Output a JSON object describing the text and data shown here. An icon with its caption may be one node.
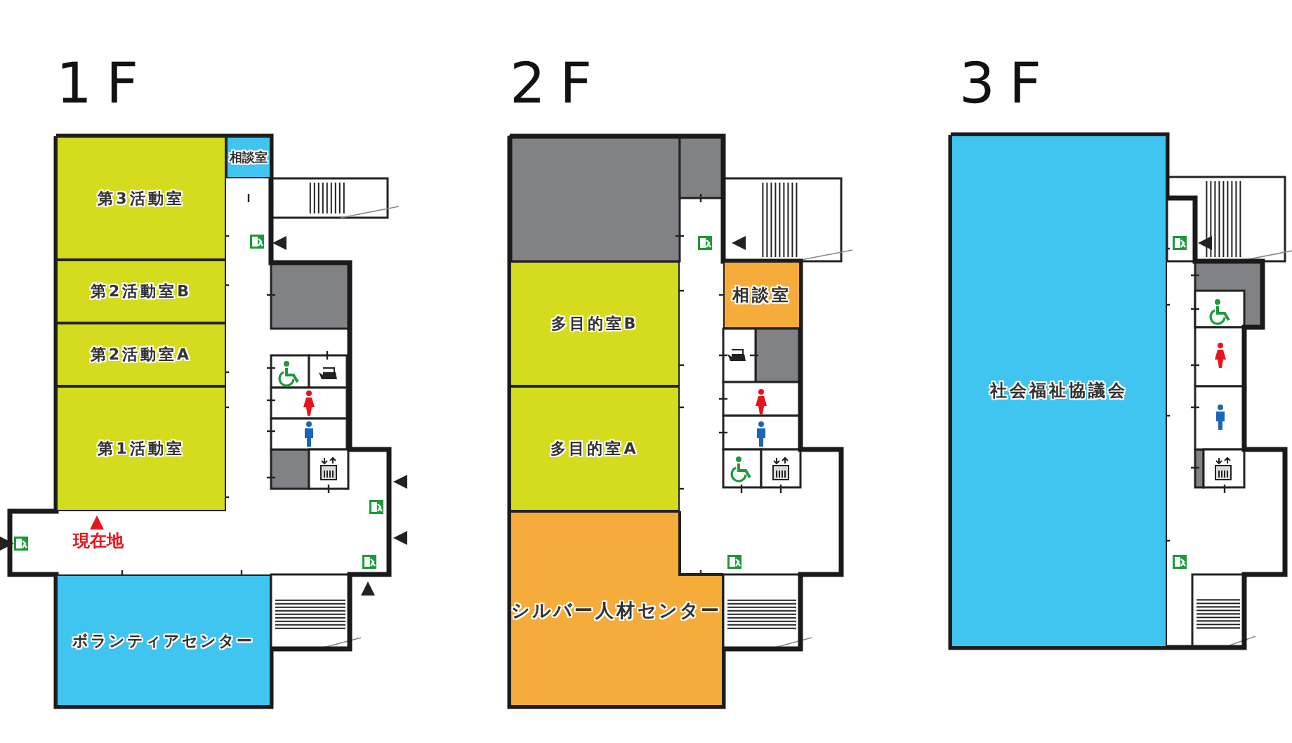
{
  "diagram": {
    "nodes": [
      {
        "text": [
          "第3活動室"
        ]
      },
      {
        "text": [
          "相談室"
        ]
      },
      {
        "text": [
          "第2活動室B"
        ]
      },
      {
        "text": [
          "第2活動室A"
        ]
      },
      {
        "text": [
          "第1活動室"
        ]
      },
      {
        "text": [
          "ボランティアセンター"
        ]
      },
      {
        "text": [
          "多目的室B"
        ]
      },
      {
        "text": [
          "多目的室A"
        ]
      },
      {
        "text": [
          "相談室"
        ]
      },
      {
        "text": [
          "シルバー人材センター"
        ]
      },
      {
        "text": [
          "社会福祉協議会"
        ]
      }
    ],
    "labels": [
      "1F",
      "2F",
      "3F",
      "現在地"
    ]
  }
}
